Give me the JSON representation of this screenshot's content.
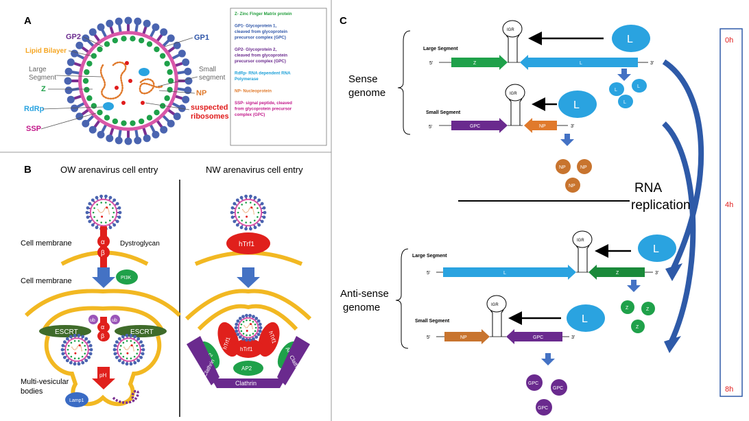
{
  "panels": {
    "a": "A",
    "b": "B",
    "c": "C"
  },
  "panel_a": {
    "labels": {
      "gp2": "GP2",
      "gp1": "GP1",
      "lipid_bilayer": "Lipid Bilayer",
      "large_segment_line1": "Large",
      "large_segment_line2": "Segment",
      "small_segment_line1": "Small",
      "small_segment_line2": "segment",
      "z": "Z",
      "np": "NP",
      "rdrp": "RdRp",
      "suspected_ribosomes_line1": "suspected",
      "suspected_ribosomes_line2": "ribosomes",
      "ssp": "SSP"
    },
    "legend": [
      {
        "lines": [
          "Z- Zinc Finger Matrix protein"
        ],
        "color": "#1f9d3a"
      },
      {
        "lines": [
          "GP1- Glycoprotein 1,",
          "cleaved from glycoprotein",
          "precursor complex (GPC)"
        ],
        "color": "#2e55a8"
      },
      {
        "lines": [
          "GP2- Glycoprotein 2,",
          "cleaved from glycoprotein",
          "precursor complex (GPC)"
        ],
        "color": "#6a2a8e"
      },
      {
        "lines": [
          "RdRp- RNA dependent RNA",
          "Polymerase"
        ],
        "color": "#1a9fd8"
      },
      {
        "lines": [
          "NP- Nucleoprotein"
        ],
        "color": "#e07a2c"
      },
      {
        "lines": [
          "SSP- signal peptide, cleaved",
          "from glycoprotein precursor",
          "complex (GPC)"
        ],
        "color": "#c2188a"
      }
    ],
    "colors": {
      "gp1": "#4a64b0",
      "gp2": "#7a2f92",
      "lipid": "#d957a8",
      "z": "#1fa14a",
      "np": "#e07a2c",
      "rdrp": "#2aa3e0",
      "ribosome": "#e01c1c"
    }
  },
  "panel_b": {
    "ow_title": "OW arenavirus cell entry",
    "nw_title": "NW arenavirus cell entry",
    "ow": {
      "cell_membrane_1": "Cell membrane",
      "cell_membrane_2": "Cell membrane",
      "dystroglycan": "Dystroglycan",
      "alpha": "α",
      "beta": "β",
      "pi3k": "PI3K",
      "ub": "ub",
      "escrt": "ESCRT",
      "mvb_line1": "Multi-vesicular",
      "mvb_line2": "bodies",
      "ph": "pH",
      "lamp1": "Lamp1"
    },
    "nw": {
      "htrf1": "hTrf1",
      "ap2": "AP2",
      "clathrin": "Clathrin"
    }
  },
  "panel_c": {
    "sense_line1": "Sense",
    "sense_line2": "genome",
    "antisense_line1": "Anti-sense",
    "antisense_line2": "genome",
    "rna_line1": "RNA",
    "rna_line2": "replication",
    "large_segment": "Large Segment",
    "small_segment": "Small Segment",
    "igr": "IGR",
    "l": "L",
    "z": "Z",
    "np": "NP",
    "gpc": "GPC",
    "five_prime": "5'",
    "three_prime": "3'",
    "time": [
      "0h",
      "4h",
      "8h"
    ],
    "colors": {
      "l": "#2aa3e0",
      "z": "#1fa14a",
      "np": "#e07a2c",
      "np_protein": "#c8742e",
      "gpc": "#6a2a8e",
      "arrow_blue": "#2e5aa8",
      "time_red": "#e01c1c"
    }
  }
}
